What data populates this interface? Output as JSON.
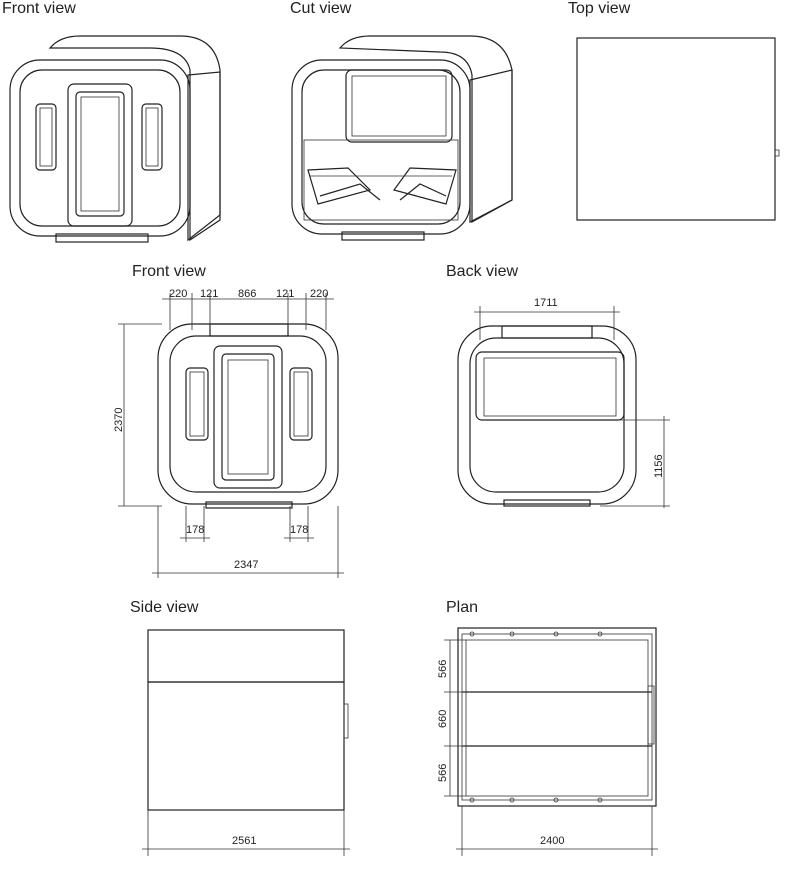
{
  "views": {
    "front_top": "Front view",
    "cut": "Cut view",
    "top": "Top view",
    "front_dim": "Front view",
    "back": "Back view",
    "side": "Side view",
    "plan": "Plan"
  },
  "dimensions": {
    "front": {
      "top_segments": [
        "220",
        "121",
        "866",
        "121",
        "220"
      ],
      "height": "2370",
      "window_left": "178",
      "window_right": "178",
      "width": "2347"
    },
    "back": {
      "window_width": "1711",
      "lower_height": "1156"
    },
    "side": {
      "length": "2561"
    },
    "plan": {
      "bench_top": "566",
      "middle": "660",
      "bench_bottom": "566",
      "length": "2400"
    }
  }
}
